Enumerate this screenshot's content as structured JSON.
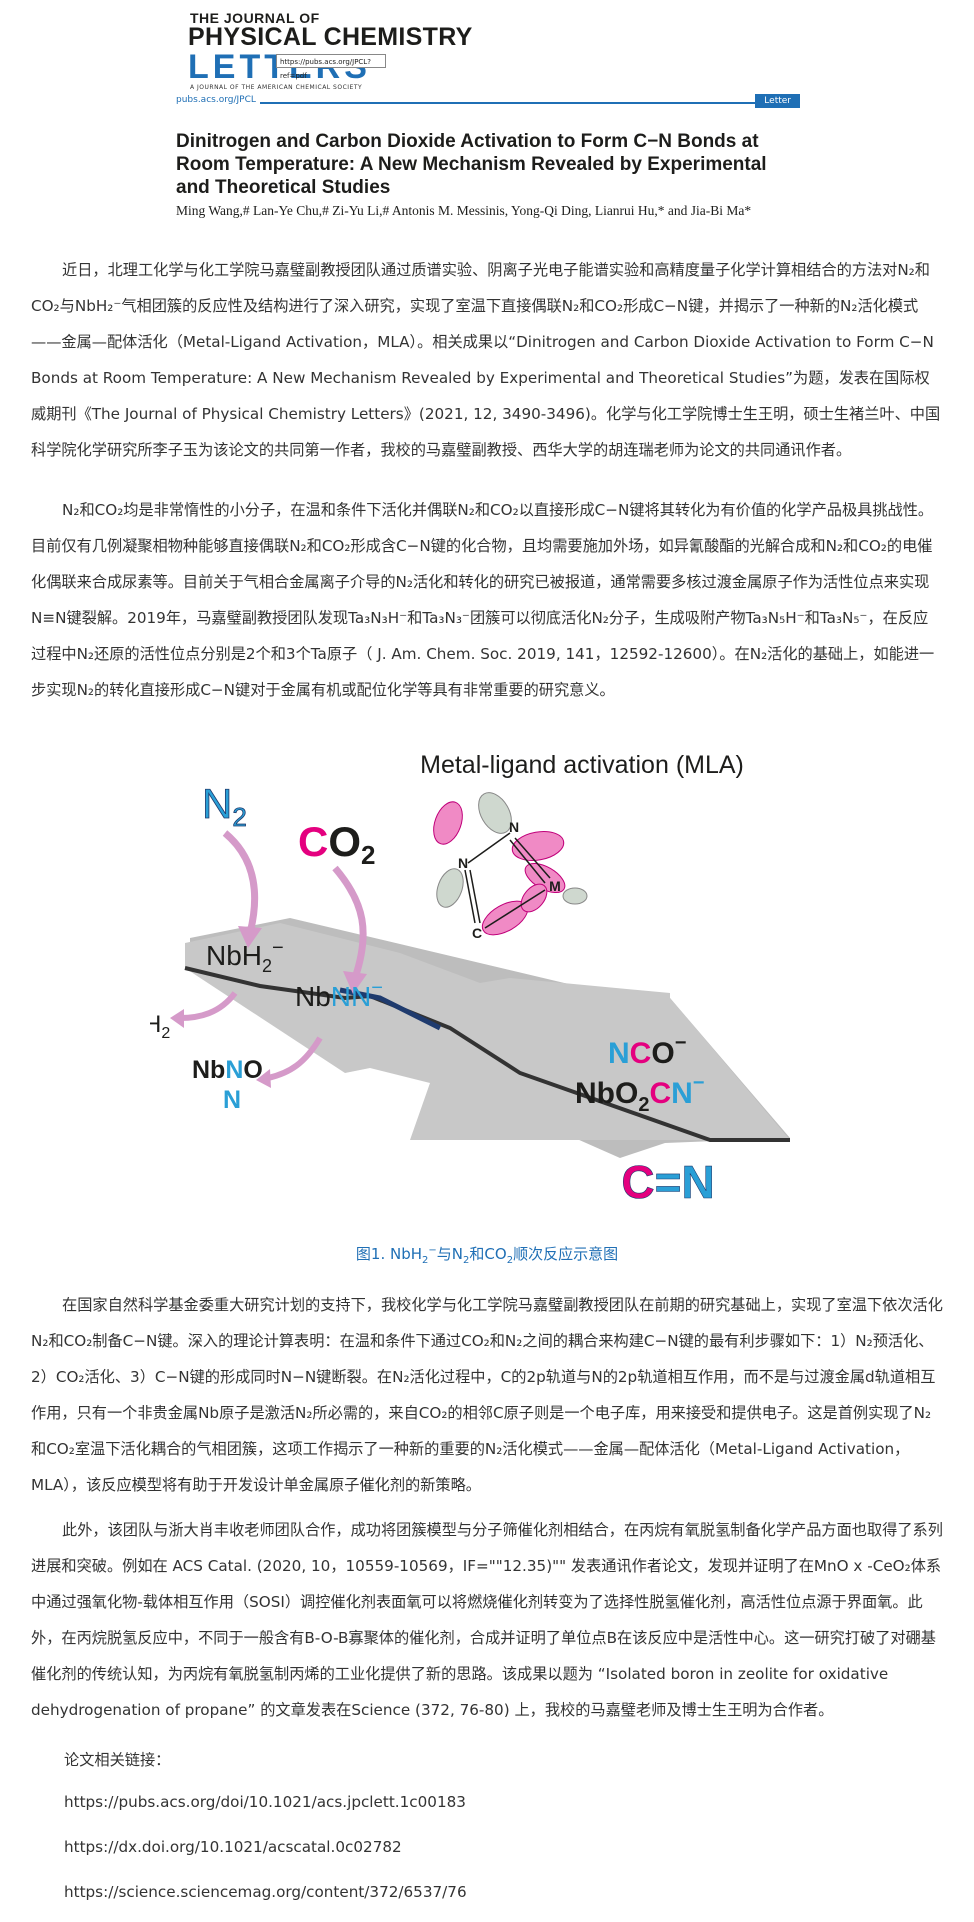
{
  "journal": {
    "top_line": "THE JOURNAL OF",
    "name_line": "PHYSICAL CHEMISTRY",
    "letters": "LETTERS",
    "subline": "A JOURNAL OF THE AMERICAN CHEMICAL SOCIETY",
    "url_tooltip": "https://pubs.acs.org/JPCL?ref=pdf",
    "uri": "pubs.acs.org/JPCL",
    "type_tag": "Letter"
  },
  "paper": {
    "title_lines": [
      "Dinitrogen and Carbon Dioxide Activation to Form C−N Bonds at",
      "Room Temperature: A New Mechanism Revealed by Experimental",
      "and Theoretical Studies"
    ],
    "authors_text": "Ming Wang,# Lan-Ye Chu,# Zi-Yu Li,# Antonis M. Messinis, Yong-Qi Ding, Lianrui Hu,* and Jia-Bi Ma*"
  },
  "article": {
    "p1": "近日，北理工化学与化工学院马嘉璧副教授团队通过质谱实验、阴离子光电子能谱实验和高精度量子化学计算相结合的方法对N₂和CO₂与NbH₂⁻气相团簇的反应性及结构进行了深入研究，实现了室温下直接偶联N₂和CO₂形成C−N键，并揭示了一种新的N₂活化模式——金属—配体活化（Metal-Ligand Activation，MLA）。相关成果以“Dinitrogen and Carbon Dioxide Activation to Form C−N Bonds at Room Temperature: A New Mechanism Revealed by Experimental and Theoretical Studies”为题，发表在国际权威期刊《The Journal of Physical Chemistry Letters》(2021, 12, 3490-3496)。化学与化工学院博士生王明，硕士生褚兰叶、中国科学院化学研究所李子玉为该论文的共同第一作者，我校的马嘉璧副教授、西华大学的胡连瑞老师为论文的共同通讯作者。",
    "p2": "N₂和CO₂均是非常惰性的小分子，在温和条件下活化并偶联N₂和CO₂以直接形成C−N键将其转化为有价值的化学产品极具挑战性。目前仅有几例凝聚相物种能够直接偶联N₂和CO₂形成含C−N键的化合物，且均需要施加外场，如异氰酸酯的光解合成和N₂和CO₂的电催化偶联来合成尿素等。目前关于气相合金属离子介导的N₂活化和转化的研究已被报道，通常需要多核过渡金属原子作为活性位点来实现N≡N键裂解。2019年，马嘉璧副教授团队发现Ta₃N₃H⁻和Ta₃N₃⁻团簇可以彻底活化N₂分子，生成吸附产物Ta₃N₅H⁻和Ta₃N₅⁻，在反应过程中N₂还原的活性位点分别是2个和3个Ta原子（ J. Am. Chem. Soc.  2019,  141，12592-12600）。在N₂活化的基础上，如能进一步实现N₂的转化直接形成C−N键对于金属有机或配位化学等具有非常重要的研究意义。",
    "p3": "在国家自然科学基金委重大研究计划的支持下，我校化学与化工学院马嘉璧副教授团队在前期的研究基础上，实现了室温下依次活化N₂和CO₂制备C−N键。深入的理论计算表明：在温和条件下通过CO₂和N₂之间的耦合来构建C−N键的最有利步骤如下：1）N₂预活化、2）CO₂活化、3）C−N键的形成同时N−N键断裂。在N₂活化过程中，C的2p轨道与N的2p轨道相互作用，而不是与过渡金属d轨道相互作用，只有一个非贵金属Nb原子是激活N₂所必需的，来自CO₂的相邻C原子则是一个电子库，用来接受和提供电子。这是首例实现了N₂和CO₂室温下活化耦合的气相团簇，这项工作揭示了一种新的重要的N₂活化模式——金属—配体活化（Metal-Ligand Activation，MLA），该反应模型将有助于开发设计单金属原子催化剂的新策略。",
    "p4": "此外，该团队与浙大肖丰收老师团队合作，成功将团簇模型与分子筛催化剂相结合，在丙烷有氧脱氢制备化学产品方面也取得了系列进展和突破。例如在 ACS Catal.  (2020,  10，10559-10569，IF=\"\"12.35)\"\" 发表通讯作者论文，发现并证明了在MnO x -CeO₂体系中通过强氧化物-载体相互作用（SOSI）调控催化剂表面氧可以将燃烧催化剂转变为了选择性脱氢催化剂，高活性位点源于界面氧。此外，在丙烷脱氢反应中，不同于一般含有B-O-B寡聚体的催化剂，合成并证明了单位点B在该反应中是活性中心。这一研究打破了对硼基催化剂的传统认知，为丙烷有氧脱氢制丙烯的工业化提供了新的思路。该成果以题为 “Isolated boron in zeolite for oxidative dehydrogenation of propane” 的文章发表在Science (372, 76-80) 上，我校的马嘉璧老师及博士生王明为合作者。",
    "links_label": "论文相关链接：",
    "links": [
      "https://pubs.acs.org/doi/10.1021/acs.jpclett.1c00183",
      "https://dx.doi.org/10.1021/acscatal.0c02782",
      "https://science.sciencemag.org/content/372/6537/76"
    ]
  },
  "figure": {
    "mla_title": "Metal-ligand activation (MLA)",
    "n2": "N",
    "n2_sub": "2",
    "co2_c": "C",
    "co2_o": "O",
    "co2_sub": "2",
    "nbh2": "NbH",
    "nbh2_sub": "2",
    "nbh2_sup": "−",
    "nbnn_nb": "Nb",
    "nbnn_nn": "NN",
    "nbnn_sup": "−",
    "h2": "H",
    "h2_sub": "2",
    "nbno_nb": "Nb",
    "nbno_n": "N",
    "nbno_o": "O",
    "nbno_n2": "N",
    "nco_n": "N",
    "nco_c": "C",
    "nco_o": "O",
    "nco_sup": "−",
    "nbo2_a": "NbO",
    "nbo2_sub": "2",
    "nbo2_c": "C",
    "nbo2_n": "N",
    "nbo2_sup": "−",
    "cn_c": "C",
    "cn_eq": "=",
    "cn_n": "N",
    "ring_n_top": "N",
    "ring_n_left": "N",
    "ring_m": "M",
    "ring_c": "C",
    "colors": {
      "cyan": "#2a9fd6",
      "magenta": "#e4007f",
      "pink_arrow": "#d59ac9",
      "gray_arrow": "#b8b8b8",
      "dark_blue": "#1f3b6e"
    }
  },
  "caption": {
    "prefix": "图1. NbH",
    "sub2": "2",
    "sup": "−",
    "mid": "与N",
    "sub_n": "2",
    "and": "和CO",
    "sub_c": "2",
    "suffix": "顺次反应示意图"
  }
}
